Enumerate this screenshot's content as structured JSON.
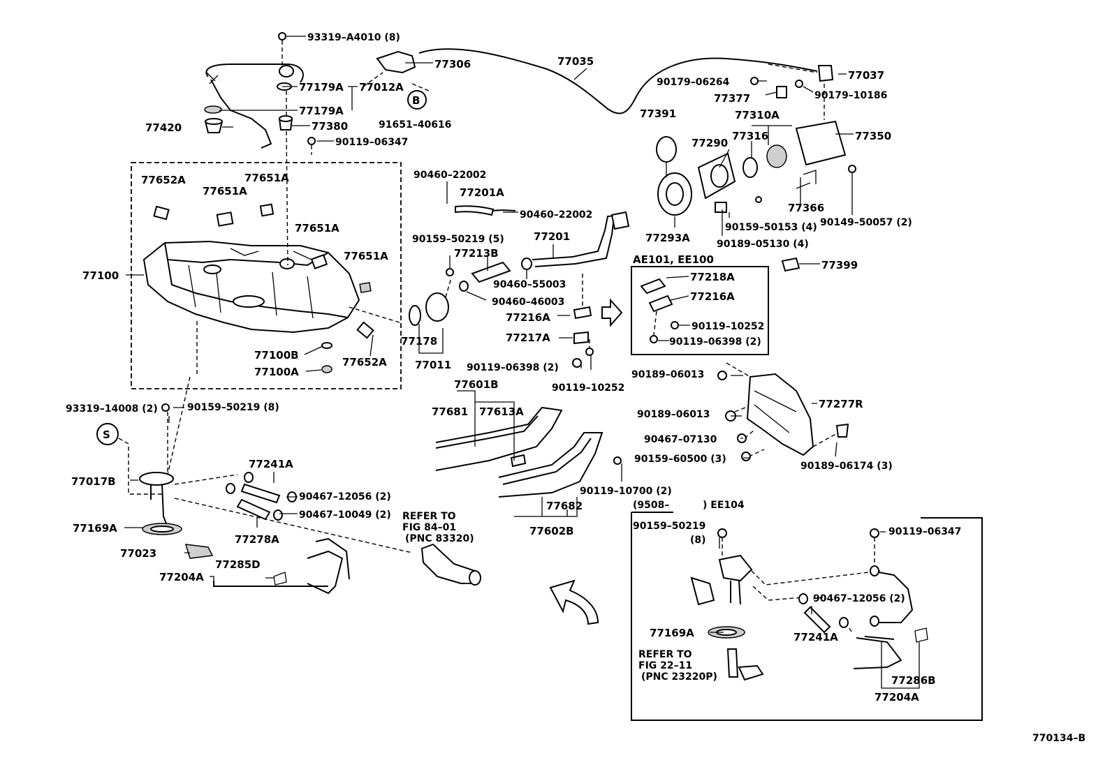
{
  "diagram_code": "770134–B",
  "callouts": {
    "B": "B",
    "S": "S"
  },
  "labels": [
    {
      "id": "93319-A4010",
      "text": "93319–A4010 (8)"
    },
    {
      "id": "77306",
      "text": "77306"
    },
    {
      "id": "77035",
      "text": "77035"
    },
    {
      "id": "77037",
      "text": "77037"
    },
    {
      "id": "90179-06264",
      "text": "90179–06264"
    },
    {
      "id": "90179-10186",
      "text": "90179–10186"
    },
    {
      "id": "77377",
      "text": "77377"
    },
    {
      "id": "77179A-1",
      "text": "77179A"
    },
    {
      "id": "77012A",
      "text": "77012A"
    },
    {
      "id": "77179A-2",
      "text": "77179A"
    },
    {
      "id": "91651-40616",
      "text": "91651–40616"
    },
    {
      "id": "77420",
      "text": "77420"
    },
    {
      "id": "77380",
      "text": "77380"
    },
    {
      "id": "90119-06347",
      "text": "90119–06347"
    },
    {
      "id": "77391",
      "text": "77391"
    },
    {
      "id": "77310A",
      "text": "77310A"
    },
    {
      "id": "77290",
      "text": "77290"
    },
    {
      "id": "77316",
      "text": "77316"
    },
    {
      "id": "77350",
      "text": "77350"
    },
    {
      "id": "77652A-1",
      "text": "77652A"
    },
    {
      "id": "77651A-1",
      "text": "77651A"
    },
    {
      "id": "77651A-2",
      "text": "77651A"
    },
    {
      "id": "90460-22002-1",
      "text": "90460–22002"
    },
    {
      "id": "77201A",
      "text": "77201A"
    },
    {
      "id": "90460-22002-2",
      "text": "90460–22002"
    },
    {
      "id": "77366",
      "text": "77366"
    },
    {
      "id": "90149-50057",
      "text": "90149–50057 (2)"
    },
    {
      "id": "77293A",
      "text": "77293A"
    },
    {
      "id": "90159-50153",
      "text": "90159–50153 (4)"
    },
    {
      "id": "90189-05130",
      "text": "90189–05130 (4)"
    },
    {
      "id": "77651A-3",
      "text": "77651A"
    },
    {
      "id": "90159-50219-5",
      "text": "90159–50219 (5)"
    },
    {
      "id": "77201",
      "text": "77201"
    },
    {
      "id": "77213B",
      "text": "77213B"
    },
    {
      "id": "AE101",
      "text": "AE101, EE100"
    },
    {
      "id": "77399",
      "text": "77399"
    },
    {
      "id": "77651A-4",
      "text": "77651A"
    },
    {
      "id": "77100",
      "text": "77100"
    },
    {
      "id": "90460-55003",
      "text": "90460–55003"
    },
    {
      "id": "77218A",
      "text": "77218A"
    },
    {
      "id": "77216A-1",
      "text": "77216A"
    },
    {
      "id": "90460-46003",
      "text": "90460–46003"
    },
    {
      "id": "77216A-2",
      "text": "77216A"
    },
    {
      "id": "90119-10252-1",
      "text": "90119–10252"
    },
    {
      "id": "77217A",
      "text": "77217A"
    },
    {
      "id": "90119-06398-1",
      "text": "90119–06398 (2)"
    },
    {
      "id": "77178",
      "text": "77178"
    },
    {
      "id": "77100B",
      "text": "77100B"
    },
    {
      "id": "77652A-2",
      "text": "77652A"
    },
    {
      "id": "77011",
      "text": "77011"
    },
    {
      "id": "90119-06398-2",
      "text": "90119–06398 (2)"
    },
    {
      "id": "77100A",
      "text": "77100A"
    },
    {
      "id": "90189-06013-1",
      "text": "90189–06013"
    },
    {
      "id": "90119-10252-2",
      "text": "90119–10252"
    },
    {
      "id": "77601B",
      "text": "77601B"
    },
    {
      "id": "77277R",
      "text": "77277R"
    },
    {
      "id": "93319-14008",
      "text": "93319–14008 (2)"
    },
    {
      "id": "90159-50219-8",
      "text": "90159–50219 (8)"
    },
    {
      "id": "77681",
      "text": "77681"
    },
    {
      "id": "77613A",
      "text": "77613A"
    },
    {
      "id": "90189-06013-2",
      "text": "90189–06013"
    },
    {
      "id": "90467-07130",
      "text": "90467–07130"
    },
    {
      "id": "90159-60500",
      "text": "90159–60500 (3)"
    },
    {
      "id": "90189-06174",
      "text": "90189–06174 (3)"
    },
    {
      "id": "77241A-1",
      "text": "77241A"
    },
    {
      "id": "77017B",
      "text": "77017B"
    },
    {
      "id": "90467-12056-1",
      "text": "90467–12056 (2)"
    },
    {
      "id": "90119-10700",
      "text": "90119–10700 (2)"
    },
    {
      "id": "9508",
      "text": "(9508–"
    },
    {
      "id": "EE104",
      "text": ") EE104"
    },
    {
      "id": "90467-10049",
      "text": "90467–10049 (2)"
    },
    {
      "id": "77682",
      "text": "77682"
    },
    {
      "id": "refer1",
      "text": "REFER TO"
    },
    {
      "id": "fig1",
      "text": "FIG 84–01"
    },
    {
      "id": "pnc1",
      "text": "(PNC 83320)"
    },
    {
      "id": "90159-50219-b",
      "text": "90159–50219"
    },
    {
      "id": "90119-06347-b",
      "text": "90119–06347"
    },
    {
      "id": "77169A-1",
      "text": "77169A"
    },
    {
      "id": "77278A",
      "text": "77278A"
    },
    {
      "id": "77602B",
      "text": "77602B"
    },
    {
      "id": "paren8",
      "text": "(8)"
    },
    {
      "id": "77023",
      "text": "77023"
    },
    {
      "id": "77285D",
      "text": "77285D"
    },
    {
      "id": "77204A-1",
      "text": "77204A"
    },
    {
      "id": "90467-12056-2",
      "text": "90467–12056 (2)"
    },
    {
      "id": "77169A-2",
      "text": "77169A"
    },
    {
      "id": "77241A-2",
      "text": "77241A"
    },
    {
      "id": "refer2",
      "text": "REFER TO"
    },
    {
      "id": "fig2",
      "text": "FIG 22–11"
    },
    {
      "id": "pnc2",
      "text": "(PNC 23220P)"
    },
    {
      "id": "77286B",
      "text": "77286B"
    },
    {
      "id": "77204A-2",
      "text": "77204A"
    }
  ]
}
